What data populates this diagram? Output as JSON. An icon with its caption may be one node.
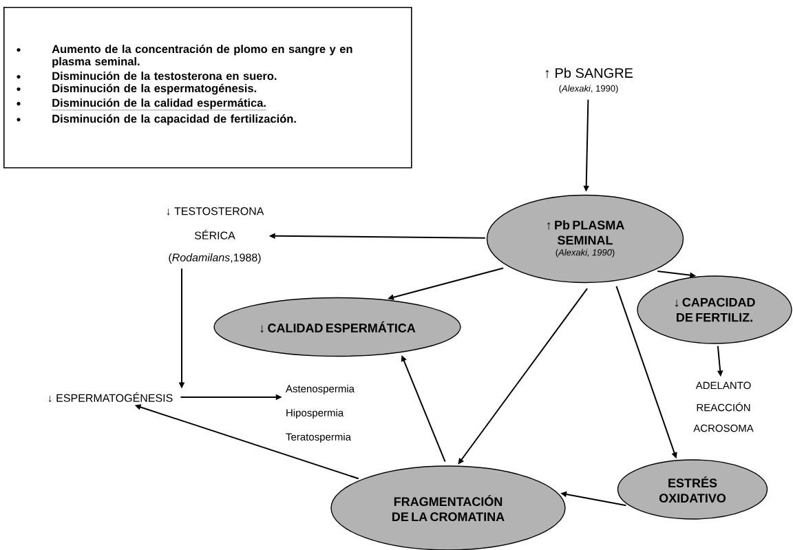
{
  "diagram": {
    "nodes": [
      {
        "text": [
          "Aumento de la concentración de plomo en sangre y en plasma seminal.",
          "Disminución de la testosterona en suero.",
          "Disminución de la espermatogénesis.",
          "Disminución de la calidad espermática.",
          "Disminución de la capacidad de fertilización."
        ]
      },
      {
        "text": [
          "↑ Pb SANGRE",
          "(*Alexaki*, 1990)"
        ]
      },
      {
        "text": [
          "↑ Pb PLASMA SEMINAL",
          "(*Alexaki, 1990*)"
        ]
      },
      {
        "text": [
          "↓ TESTOSTERONA",
          "SÉRICA",
          "(*Rodamilans*,1988)"
        ]
      },
      {
        "text": [
          "↓ CALIDAD ESPERMÁTICA"
        ]
      },
      {
        "text": [
          "↓ CAPACIDAD DE FERTILIZ."
        ]
      },
      {
        "text": [
          "ADELANTO",
          "REACCIÓN",
          "ACROSOMA"
        ]
      },
      {
        "text": [
          "↓ ESPERMATOGÉNESIS"
        ]
      },
      {
        "text": [
          "Astenospermia",
          "Hipospermia",
          "Teratospermia"
        ]
      },
      {
        "text": [
          "FRAGMENTACIÓN DE LA CROMATINA"
        ]
      },
      {
        "text": [
          "ESTRÉS OXIDATIVO"
        ]
      }
    ],
    "edges": [
      {
        "from": 1,
        "to": 2,
        "arrow": "to"
      },
      {
        "from": 2,
        "to": 3,
        "arrow": "to"
      },
      {
        "from": 2,
        "to": 4,
        "arrow": "to"
      },
      {
        "from": 2,
        "to": 5,
        "arrow": "to"
      },
      {
        "from": 5,
        "to": 6,
        "arrow": "to"
      },
      {
        "from": 3,
        "to": 7,
        "arrow": "to"
      },
      {
        "from": 7,
        "to": 8,
        "arrow": "to"
      },
      {
        "from": 2,
        "to": 9,
        "arrow": "to"
      },
      {
        "from": 2,
        "to": 10,
        "arrow": "to"
      },
      {
        "from": 10,
        "to": 9,
        "arrow": "to"
      },
      {
        "from": 9,
        "to": 4,
        "arrow": "to"
      },
      {
        "from": 9,
        "to": 7,
        "arrow": "to"
      }
    ]
  }
}
